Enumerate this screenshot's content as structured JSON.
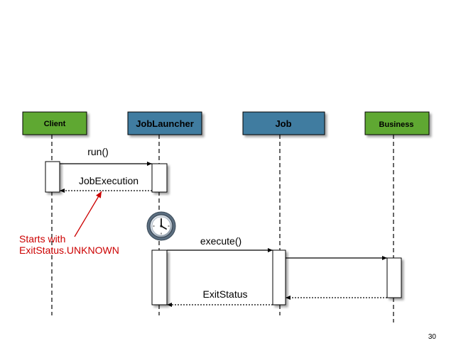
{
  "participants": [
    {
      "id": "client",
      "label": "Client",
      "fill": "#5fa831"
    },
    {
      "id": "joblauncher",
      "label": "JobLauncher",
      "fill": "#3f7ca0"
    },
    {
      "id": "job",
      "label": "Job",
      "fill": "#3f7ca0"
    },
    {
      "id": "business",
      "label": "Business",
      "fill": "#5fa831"
    }
  ],
  "messages": [
    {
      "id": "run",
      "label": "run()",
      "style": "solid"
    },
    {
      "id": "jobexecution",
      "label": "JobExecution",
      "style": "dotted"
    },
    {
      "id": "execute",
      "label": "execute()",
      "style": "solid"
    },
    {
      "id": "call-business",
      "label": "",
      "style": "solid"
    },
    {
      "id": "return-business",
      "label": "",
      "style": "dotted"
    },
    {
      "id": "exitstatus",
      "label": "ExitStatus",
      "style": "dotted"
    }
  ],
  "note": {
    "line1": "Starts with",
    "line2": "ExitStatus.UNKNOWN",
    "color": "#cc0000"
  },
  "icons": {
    "clock": "clock-icon"
  },
  "page_number": "30"
}
